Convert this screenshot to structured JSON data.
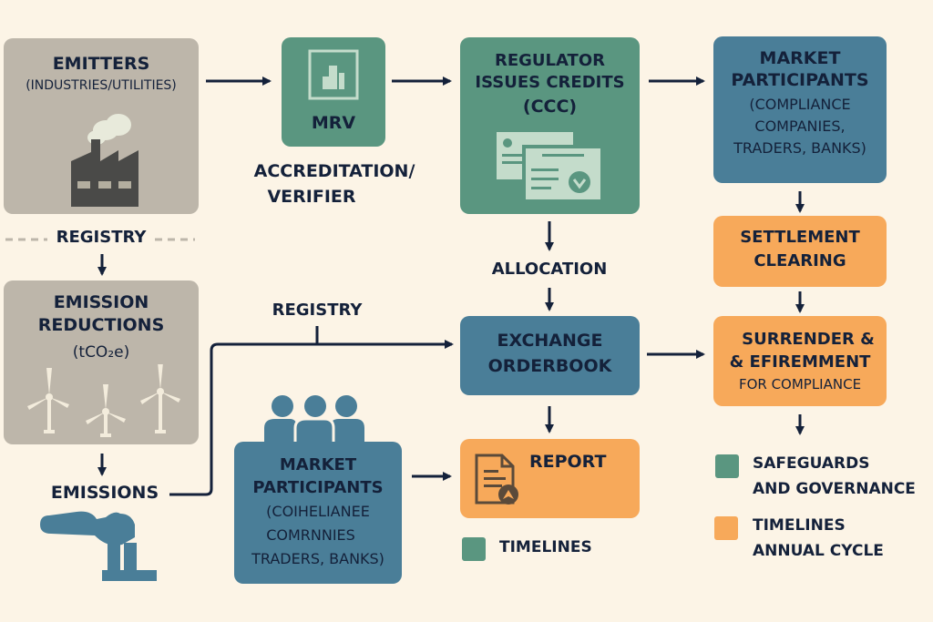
{
  "nodes": {
    "emitters": {
      "title": "EMITTERS",
      "subtitle": "(INDUSTRIES/UTILITIES)",
      "icon": "factory-icon"
    },
    "mrv": {
      "title": "MRV",
      "icon": "bar-chart-icon"
    },
    "accreditation": {
      "line1": "ACCREDITATION/",
      "line2": "VERIFIER"
    },
    "regulator": {
      "line1": "REGULATOR",
      "line2": "ISSUES CREDITS",
      "line3": "(CCC)",
      "icon": "certificate-icon"
    },
    "market_top": {
      "line1": "MARKET",
      "line2": "PARTICIPANTS",
      "line3": "(COMPLIANCE",
      "line4": "COMPANIES,",
      "line5": "TRADERS, BANKS)"
    },
    "settlement": {
      "line1": "SETTLEMENT",
      "line2": "CLEARING"
    },
    "registry_left": {
      "label": "REGISTRY"
    },
    "emission_reductions": {
      "line1": "EMISSION",
      "line2": "REDUCTIONS",
      "line3": "(tCO₂e)",
      "icon": "wind-turbine-icon"
    },
    "emissions": {
      "label": "EMISSIONS",
      "icon": "smokestack-icon"
    },
    "registry_mid": {
      "label": "REGISTRY"
    },
    "allocation": {
      "label": "ALLOCATION"
    },
    "exchange": {
      "line1": "EXCHANGE",
      "line2": "ORDERBOOK"
    },
    "surrender": {
      "line1": "SURRENDER &",
      "line2": "& EFIREMMENT",
      "line3": "FOR COMPLIANCE"
    },
    "market_bottom": {
      "line1": "MARKET",
      "line2": "PARTICIPANTS",
      "line3": "(COIHELIANEE",
      "line4": "COMRNNIES",
      "line5": "TRADERS, BANKS)",
      "icon": "people-group-icon"
    },
    "report": {
      "label": "REPORT",
      "icon": "document-icon"
    }
  },
  "legend": [
    {
      "color": "#5a9680",
      "line1": "TIMELINES",
      "line2": ""
    },
    {
      "color": "#5a9680",
      "line1": "SAFEGUARDS",
      "line2": "AND GOVERNANCE"
    },
    {
      "color": "#f7a95a",
      "line1": "TIMELINES",
      "line2": "ANNUAL CYCLE"
    }
  ],
  "colors": {
    "background": "#fcf4e6",
    "gray": "#bdb6aa",
    "green": "#5a9680",
    "blue": "#4a7e98",
    "orange": "#f7a95a",
    "ink": "#14213a"
  }
}
